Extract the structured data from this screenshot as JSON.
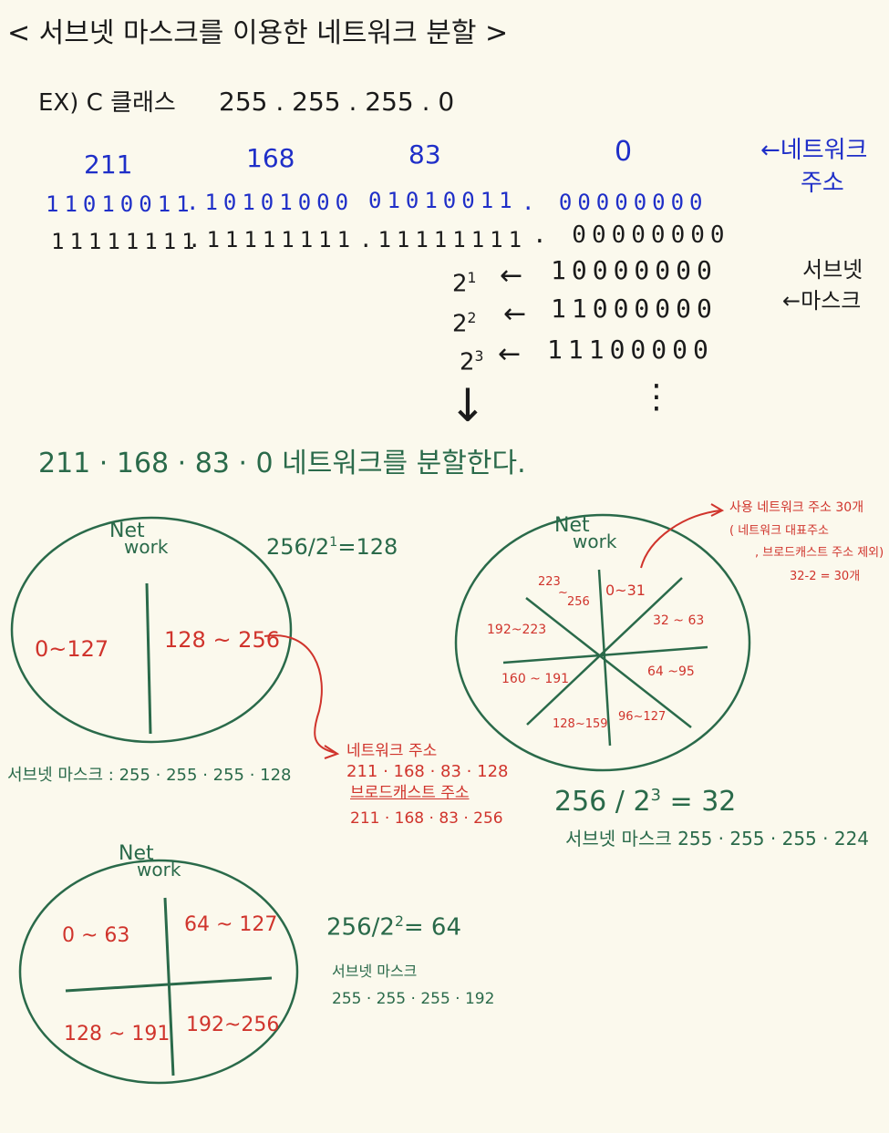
{
  "title": "< 서브넷 마스크를 이용한 네트워크 분할 >",
  "example": {
    "label": "EX) C 클래스",
    "mask": "255 . 255 . 255 . 0"
  },
  "address": {
    "octets": [
      "211",
      "168",
      "83",
      "0"
    ],
    "network_label_line1": "←네트워크",
    "network_label_line2": "주소",
    "binary_row": [
      "11010011",
      ".10101000",
      "01010011",
      ". 00000000"
    ],
    "mask_row": [
      "11111111",
      ".11111111",
      ".11111111",
      ". 00000000"
    ]
  },
  "subnet_rows": [
    {
      "power": "2",
      "exp": "1",
      "bits": "10000000"
    },
    {
      "power": "2",
      "exp": "2",
      "bits": "11000000"
    },
    {
      "power": "2",
      "exp": "3",
      "bits": "11100000"
    }
  ],
  "subnet_mask_label_line1": "서브넷",
  "subnet_mask_label_line2": "←마스크",
  "dots": "⋮",
  "split_statement": "211 · 168 · 83 · 0   네트워크를  분할한다.",
  "net_label_top": "Net",
  "net_label_bottom": "work",
  "circle1": {
    "formula_base": "256/2",
    "formula_exp": "1",
    "formula_rest": "=128",
    "left_range": "0~127",
    "right_range": "128 ~ 256",
    "mask_text": "서브넷 마스크 :  255 · 255 · 255 · 128",
    "note_lines": [
      "네트워크 주소",
      "211 · 168 · 83 · 128",
      "브로드캐스트 주소",
      "211 · 168 · 83 · 256"
    ]
  },
  "circle2": {
    "formula_base": "256/2",
    "formula_exp": "2",
    "formula_rest": "= 64",
    "ranges": [
      "0 ~ 63",
      "64 ~ 127",
      "128 ~ 191",
      "192~256"
    ],
    "mask_label": "서브넷 마스크",
    "mask_value": "255 · 255 · 255 · 192"
  },
  "circle3": {
    "ranges": [
      "0~31",
      "32 ~ 63",
      "64  ~95",
      "96~127",
      "128~159",
      "160 ~ 191",
      "192~223",
      "223",
      "~",
      "256"
    ],
    "formula_base": "256 / 2",
    "formula_exp": "3",
    "formula_rest": " = 32",
    "mask_text": "서브넷 마스크   255 · 255 · 255 · 224",
    "note_lines": [
      "사용 네트워크 주소  30개",
      "( 네트워크 대표주소",
      ", 브로드캐스트 주소  제외)",
      "32-2 = 30개"
    ]
  },
  "colors": {
    "black": "#1b1b1b",
    "blue": "#1f2fc8",
    "green": "#2a6a4a",
    "red": "#d0342c",
    "paper": "#fbf9ed"
  }
}
